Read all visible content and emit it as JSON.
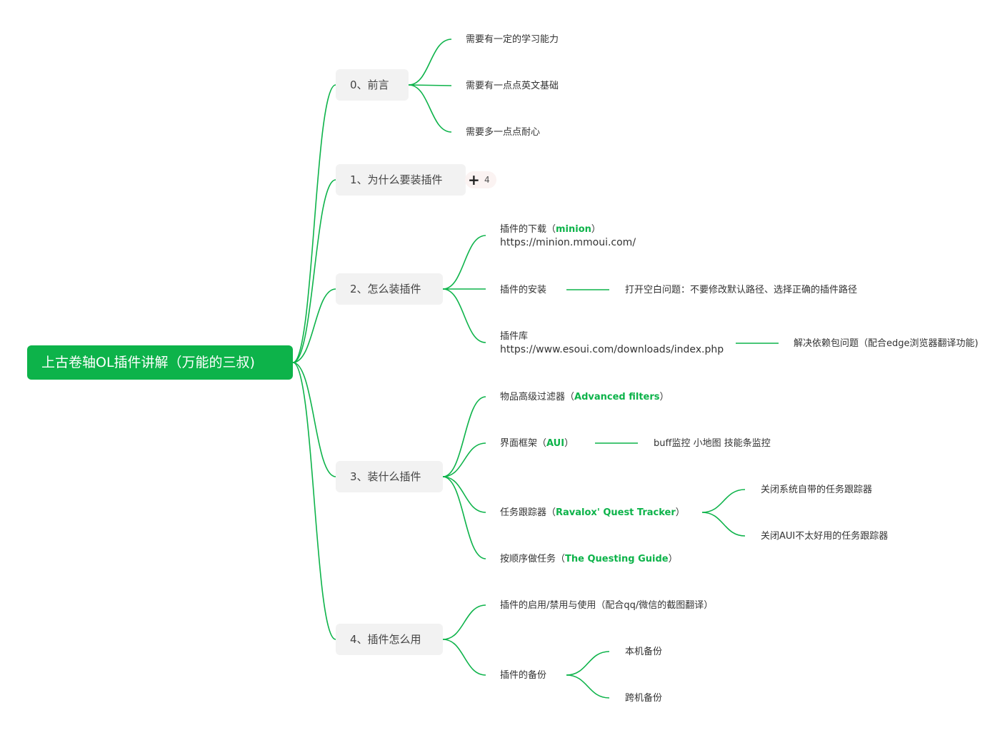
{
  "root": {
    "label": "上古卷轴OL插件讲解（万能的三叔)"
  },
  "topics": {
    "t0": {
      "label": "0、前言"
    },
    "t1": {
      "label": "1、为什么要装插件",
      "collapsed_count": "4"
    },
    "t2": {
      "label": "2、怎么装插件"
    },
    "t3": {
      "label": "3、装什么插件"
    },
    "t4": {
      "label": "4、插件怎么用"
    }
  },
  "t0_children": {
    "a": "需要有一定的学习能力",
    "b": "需要有一点点英文基础",
    "c": "需要多一点点耐心"
  },
  "t2_children": {
    "download": {
      "prefix": "插件的下载（",
      "highlight": "minion",
      "suffix": "）",
      "url": "https://minion.mmoui.com/"
    },
    "install": {
      "label": "插件的安装",
      "note": "打开空白问题：不要修改默认路径、选择正确的插件路径"
    },
    "library": {
      "label": "插件库",
      "url": "https://www.esoui.com/downloads/index.php",
      "note": "解决依赖包问题（配合edge浏览器翻译功能)"
    }
  },
  "t3_children": {
    "filters": {
      "prefix": "物品高级过滤器（",
      "highlight": "Advanced filters",
      "suffix": "）"
    },
    "aui": {
      "prefix": "界面框架（",
      "highlight": "AUI",
      "suffix": "）",
      "note": "buff监控 小地图 技能条监控"
    },
    "tracker": {
      "prefix": "任务跟踪器（",
      "highlight": "Ravalox' Quest Tracker",
      "suffix": "）",
      "note_a": "关闭系统自带的任务跟踪器",
      "note_b": "关闭AUI不太好用的任务跟踪器"
    },
    "guide": {
      "prefix": "按顺序做任务（",
      "highlight": "The Questing Guide",
      "suffix": "）"
    }
  },
  "t4_children": {
    "usage": "插件的启用/禁用与使用（配合qq/微信的截图翻译）",
    "backup": {
      "label": "插件的备份",
      "local": "本机备份",
      "cross": "跨机备份"
    }
  },
  "colors": {
    "brand": "#0db34a",
    "topic_bg": "#f2f2f2"
  }
}
